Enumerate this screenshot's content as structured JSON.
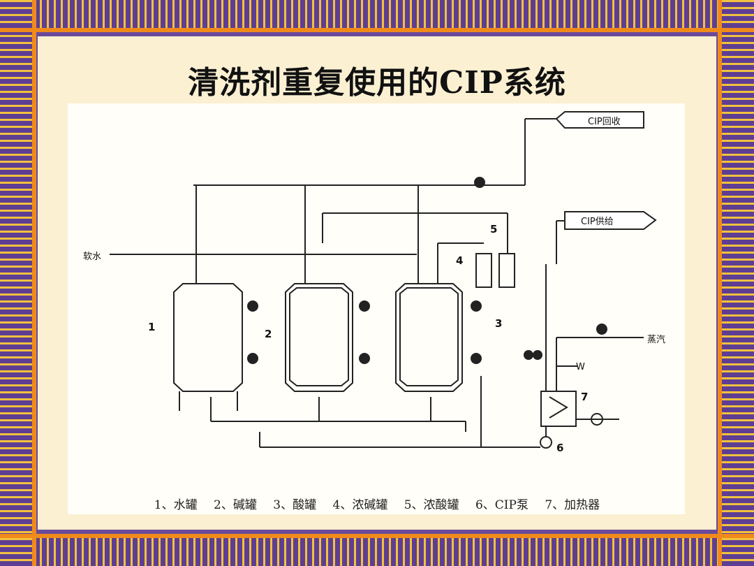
{
  "title": "清洗剂重复使用的CIP系统",
  "labels": {
    "cip_return": "CIP回收",
    "cip_supply": "CIP供给",
    "soft_water": "软水",
    "steam": "蒸汽",
    "w": "W"
  },
  "numbers": [
    "1",
    "2",
    "3",
    "4",
    "5",
    "6",
    "7"
  ],
  "legend": [
    "1、水罐",
    "2、碱罐",
    "3、酸罐",
    "4、浓碱罐",
    "5、浓酸罐",
    "6、CIP泵",
    "7、加热器"
  ]
}
